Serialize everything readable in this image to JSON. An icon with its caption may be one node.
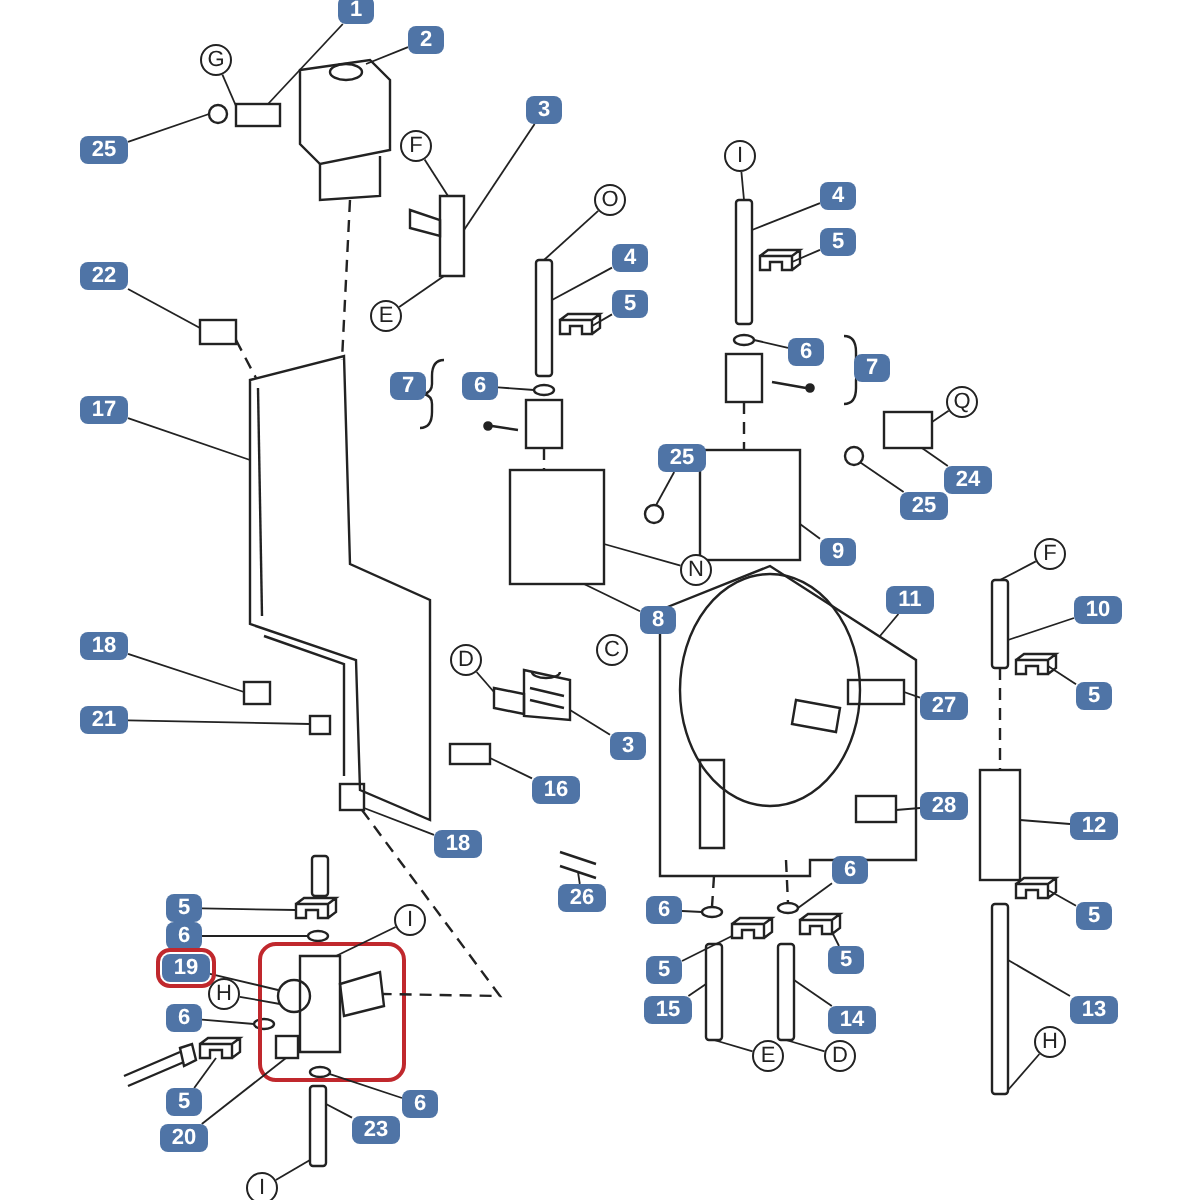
{
  "diagram": {
    "nodes": [
      {
        "text": [
          "1"
        ]
      },
      {
        "text": [
          "2"
        ]
      },
      {
        "text": [
          "G"
        ]
      },
      {
        "text": [
          "3"
        ]
      },
      {
        "text": [
          "F"
        ]
      },
      {
        "text": [
          "25"
        ]
      },
      {
        "text": [
          "I"
        ]
      },
      {
        "text": [
          "4"
        ]
      },
      {
        "text": [
          "O"
        ]
      },
      {
        "text": [
          "5"
        ]
      },
      {
        "text": [
          "4"
        ]
      },
      {
        "text": [
          "22"
        ]
      },
      {
        "text": [
          "5"
        ]
      },
      {
        "text": [
          "E"
        ]
      },
      {
        "text": [
          "6"
        ]
      },
      {
        "text": [
          "6"
        ]
      },
      {
        "text": [
          "7"
        ]
      },
      {
        "text": [
          "7"
        ]
      },
      {
        "text": [
          "Q"
        ]
      },
      {
        "text": [
          "17"
        ]
      },
      {
        "text": [
          "25"
        ]
      },
      {
        "text": [
          "24"
        ]
      },
      {
        "text": [
          "25"
        ]
      },
      {
        "text": [
          "9"
        ]
      },
      {
        "text": [
          "F"
        ]
      },
      {
        "text": [
          "N"
        ]
      },
      {
        "text": [
          "11"
        ]
      },
      {
        "text": [
          "10"
        ]
      },
      {
        "text": [
          "8"
        ]
      },
      {
        "text": [
          "D"
        ]
      },
      {
        "text": [
          "C"
        ]
      },
      {
        "text": [
          "18"
        ]
      },
      {
        "text": [
          "5"
        ]
      },
      {
        "text": [
          "27"
        ]
      },
      {
        "text": [
          "21"
        ]
      },
      {
        "text": [
          "3"
        ]
      },
      {
        "text": [
          "16"
        ]
      },
      {
        "text": [
          "28"
        ]
      },
      {
        "text": [
          "12"
        ]
      },
      {
        "text": [
          "18"
        ]
      },
      {
        "text": [
          "6"
        ]
      },
      {
        "text": [
          "26"
        ]
      },
      {
        "text": [
          "5"
        ]
      },
      {
        "text": [
          "6"
        ]
      },
      {
        "text": [
          "5"
        ]
      },
      {
        "text": [
          "6"
        ]
      },
      {
        "text": [
          "I"
        ]
      },
      {
        "text": [
          "5"
        ]
      },
      {
        "text": [
          "19"
        ]
      },
      {
        "text": [
          "5"
        ]
      },
      {
        "text": [
          "H"
        ]
      },
      {
        "text": [
          "15"
        ]
      },
      {
        "text": [
          "13"
        ]
      },
      {
        "text": [
          "14"
        ]
      },
      {
        "text": [
          "6"
        ]
      },
      {
        "text": [
          "H"
        ]
      },
      {
        "text": [
          "E"
        ]
      },
      {
        "text": [
          "D"
        ]
      },
      {
        "text": [
          "6"
        ]
      },
      {
        "text": [
          "5"
        ]
      },
      {
        "text": [
          "23"
        ]
      },
      {
        "text": [
          "20"
        ]
      },
      {
        "text": [
          "I"
        ]
      },
      {
        "text": [],
        "shape": "box"
      },
      {
        "text": [],
        "shape": "picture"
      },
      {
        "text": [],
        "shape": "circle"
      },
      {
        "text": [],
        "shape": "picture"
      },
      {
        "text": [],
        "shape": "bar"
      },
      {
        "text": [],
        "shape": "picture"
      },
      {
        "text": [],
        "shape": "bar"
      },
      {
        "text": [],
        "shape": "box"
      },
      {
        "text": [],
        "shape": "picture"
      },
      {
        "text": [],
        "shape": "circle"
      },
      {
        "text": [],
        "shape": "circle"
      },
      {
        "text": [],
        "shape": "box"
      },
      {
        "text": [],
        "shape": "box"
      },
      {
        "text": [],
        "shape": "box"
      },
      {
        "text": [],
        "shape": "picture"
      },
      {
        "text": [],
        "shape": "circle"
      },
      {
        "text": [],
        "shape": "circle"
      },
      {
        "text": [],
        "shape": "box"
      },
      {
        "text": [],
        "shape": "box"
      },
      {
        "text": [],
        "shape": "bar"
      },
      {
        "text": [],
        "shape": "picture"
      },
      {
        "text": [],
        "shape": "picture"
      },
      {
        "text": [],
        "shape": "box"
      },
      {
        "text": [],
        "shape": "picture"
      },
      {
        "text": [],
        "shape": "box",
        "in": 83
      },
      {
        "text": [],
        "shape": "box"
      },
      {
        "text": [],
        "shape": "box"
      },
      {
        "text": [],
        "shape": "box",
        "in": 83
      },
      {
        "text": [],
        "shape": "box"
      },
      {
        "text": [],
        "shape": "box"
      },
      {
        "text": [],
        "shape": "circle"
      },
      {
        "text": [],
        "shape": "picture"
      },
      {
        "text": [],
        "shape": "picture"
      },
      {
        "text": [],
        "shape": "circle"
      },
      {
        "text": [],
        "shape": "picture"
      },
      {
        "text": [],
        "shape": "circle"
      },
      {
        "text": [],
        "shape": "picture"
      },
      {
        "text": [],
        "shape": "picture"
      },
      {
        "text": [],
        "shape": "picture"
      },
      {
        "text": [],
        "shape": "bar"
      },
      {
        "text": [],
        "shape": "bar"
      },
      {
        "text": [],
        "shape": "bar"
      },
      {
        "text": [],
        "shape": "circle"
      },
      {
        "text": [],
        "shape": "circle"
      },
      {
        "text": [],
        "shape": "picture"
      },
      {
        "text": [],
        "shape": "bar"
      },
      {
        "text": [],
        "shape": "box"
      },
      {
        "text": [],
        "shape": "bar"
      },
      {
        "text": [],
        "shape": "picture"
      }
    ],
    "edges": [
      {
        "from": 0,
        "to": 63,
        "arrow": "none"
      },
      {
        "from": 1,
        "to": 64,
        "arrow": "none"
      },
      {
        "from": 2,
        "to": 63,
        "arrow": "none"
      },
      {
        "from": 3,
        "to": 66,
        "arrow": "none"
      },
      {
        "from": 4,
        "to": 66,
        "arrow": "none"
      },
      {
        "from": 5,
        "to": 65,
        "arrow": "none"
      },
      {
        "from": 6,
        "to": 67,
        "arrow": "none"
      },
      {
        "from": 7,
        "to": 67,
        "arrow": "none"
      },
      {
        "from": 8,
        "to": 69,
        "arrow": "none"
      },
      {
        "from": 9,
        "to": 68,
        "arrow": "none"
      },
      {
        "from": 10,
        "to": 69,
        "arrow": "none"
      },
      {
        "from": 11,
        "to": 70,
        "arrow": "none"
      },
      {
        "from": 12,
        "to": 71,
        "arrow": "none"
      },
      {
        "from": 13,
        "to": 66,
        "arrow": "none"
      },
      {
        "from": 14,
        "to": 72,
        "arrow": "none"
      },
      {
        "from": 15,
        "to": 73,
        "arrow": "none"
      },
      {
        "from": 18,
        "to": 76,
        "arrow": "none"
      },
      {
        "from": 19,
        "to": 77,
        "arrow": "none"
      },
      {
        "from": 20,
        "to": 78,
        "arrow": "none"
      },
      {
        "from": 21,
        "to": 76,
        "arrow": "none"
      },
      {
        "from": 22,
        "to": 79,
        "arrow": "none"
      },
      {
        "from": 23,
        "to": 81,
        "arrow": "none"
      },
      {
        "from": 24,
        "to": 82,
        "arrow": "none"
      },
      {
        "from": 25,
        "to": 80,
        "arrow": "none"
      },
      {
        "from": 26,
        "to": 83,
        "arrow": "none"
      },
      {
        "from": 27,
        "to": 82,
        "arrow": "none"
      },
      {
        "from": 28,
        "to": 80,
        "arrow": "none"
      },
      {
        "from": 29,
        "to": 84,
        "arrow": "none"
      },
      {
        "from": 31,
        "to": 85,
        "arrow": "none"
      },
      {
        "from": 32,
        "to": 86,
        "arrow": "none"
      },
      {
        "from": 33,
        "to": 87,
        "arrow": "none"
      },
      {
        "from": 34,
        "to": 88,
        "arrow": "none"
      },
      {
        "from": 35,
        "to": 84,
        "arrow": "none"
      },
      {
        "from": 36,
        "to": 89,
        "arrow": "none"
      },
      {
        "from": 37,
        "to": 90,
        "arrow": "none"
      },
      {
        "from": 38,
        "to": 91,
        "arrow": "none"
      },
      {
        "from": 39,
        "to": 92,
        "arrow": "none"
      },
      {
        "from": 40,
        "to": 93,
        "arrow": "none"
      },
      {
        "from": 41,
        "to": 94,
        "arrow": "none"
      },
      {
        "from": 42,
        "to": 95,
        "arrow": "none"
      },
      {
        "from": 43,
        "to": 96,
        "arrow": "none"
      },
      {
        "from": 44,
        "to": 97,
        "arrow": "none"
      },
      {
        "from": 45,
        "to": 98,
        "arrow": "none"
      },
      {
        "from": 46,
        "to": 99,
        "arrow": "none"
      },
      {
        "from": 47,
        "to": 100,
        "arrow": "none"
      },
      {
        "from": 48,
        "to": 99,
        "arrow": "none"
      },
      {
        "from": 49,
        "to": 101,
        "arrow": "none"
      },
      {
        "from": 50,
        "to": 99,
        "arrow": "none"
      },
      {
        "from": 51,
        "to": 102,
        "arrow": "none"
      },
      {
        "from": 52,
        "to": 103,
        "arrow": "none"
      },
      {
        "from": 53,
        "to": 104,
        "arrow": "none"
      },
      {
        "from": 54,
        "to": 105,
        "arrow": "none"
      },
      {
        "from": 55,
        "to": 103,
        "arrow": "none"
      },
      {
        "from": 56,
        "to": 102,
        "arrow": "none"
      },
      {
        "from": 57,
        "to": 104,
        "arrow": "none"
      },
      {
        "from": 58,
        "to": 106,
        "arrow": "none"
      },
      {
        "from": 59,
        "to": 107,
        "arrow": "none"
      },
      {
        "from": 60,
        "to": 108,
        "arrow": "none"
      },
      {
        "from": 61,
        "to": 109,
        "arrow": "none"
      },
      {
        "from": 62,
        "to": 108,
        "arrow": "none"
      },
      {
        "from": 64,
        "to": 77,
        "arrow": "none",
        "style": "dashed"
      },
      {
        "from": 70,
        "to": 77,
        "arrow": "none",
        "style": "dashed"
      },
      {
        "from": 74,
        "to": 80,
        "arrow": "none",
        "style": "dashed"
      },
      {
        "from": 75,
        "to": 81,
        "arrow": "none",
        "style": "dashed"
      },
      {
        "from": 82,
        "to": 91,
        "arrow": "none",
        "style": "dashed"
      },
      {
        "from": 83,
        "to": 96,
        "arrow": "none",
        "style": "dashed"
      },
      {
        "from": 83,
        "to": 93,
        "arrow": "none",
        "style": "dashed"
      },
      {
        "from": 92,
        "to": 99,
        "arrow": "none",
        "style": "dashed"
      }
    ]
  }
}
